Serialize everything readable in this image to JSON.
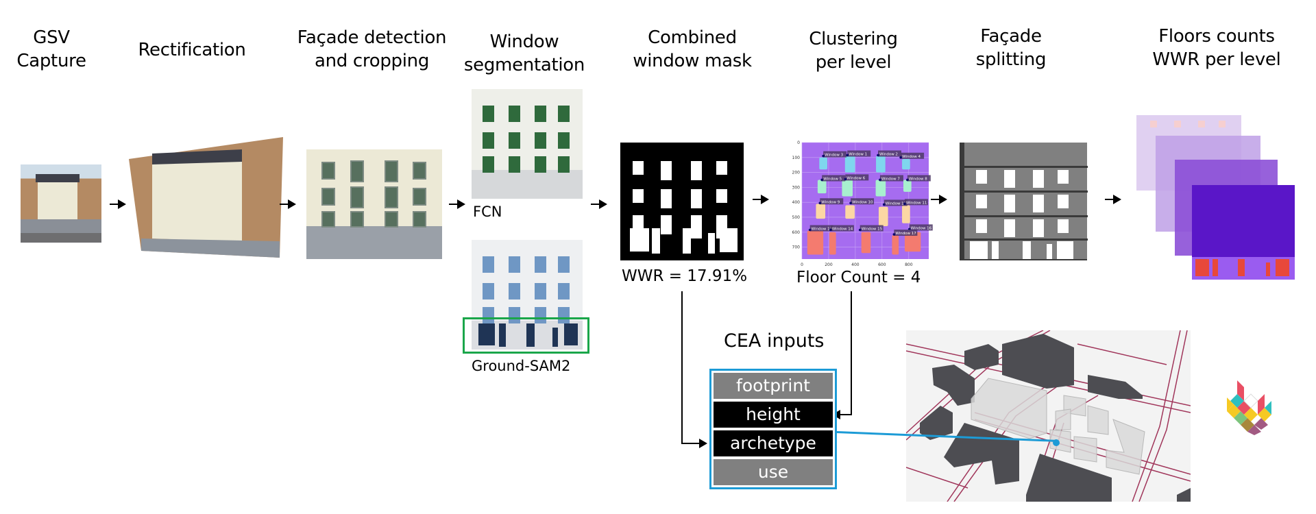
{
  "steps": [
    {
      "id": "gsv",
      "title_lines": [
        "GSV",
        "Capture"
      ]
    },
    {
      "id": "rectification",
      "title_lines": [
        "Rectification"
      ]
    },
    {
      "id": "facade-detection",
      "title_lines": [
        "Façade detection",
        "and cropping"
      ]
    },
    {
      "id": "window-segmentation",
      "title_lines": [
        "Window",
        "segmentation"
      ]
    },
    {
      "id": "combined-mask",
      "title_lines": [
        "Combined",
        "window mask"
      ]
    },
    {
      "id": "clustering",
      "title_lines": [
        "Clustering",
        "per level"
      ]
    },
    {
      "id": "facade-splitting",
      "title_lines": [
        "Façade",
        "splitting"
      ]
    },
    {
      "id": "floors-wwr",
      "title_lines": [
        "Floors counts",
        "WWR per level"
      ]
    }
  ],
  "segmentation": {
    "fcn_label": "FCN",
    "groundsam_label": "Ground-SAM2"
  },
  "mask": {
    "wwr_label": "WWR = 17.91%"
  },
  "clustering": {
    "floor_count_label": "Floor Count = 4",
    "x_ticks": [
      "0",
      "200",
      "400",
      "600",
      "800"
    ],
    "y_ticks": [
      "0",
      "100",
      "200",
      "300",
      "400",
      "500",
      "600",
      "700"
    ],
    "window_labels": [
      "Window 3",
      "Window 1",
      "Window 2",
      "Window 4",
      "Window 5",
      "Window 6",
      "Window 7",
      "Window 8",
      "Window 9",
      "Window 10",
      "Window 12",
      "Window 11",
      "Window 13",
      "Window 14",
      "Window 15",
      "Window 16",
      "Window 17"
    ],
    "level_colors": [
      "#7fd6ee",
      "#a8f0cf",
      "#fcd7a4",
      "#f47b6f"
    ],
    "background_color": "#a66cf0"
  },
  "cea": {
    "title": "CEA inputs",
    "rows": [
      {
        "label": "footprint",
        "style": "grey"
      },
      {
        "label": "height",
        "style": "black"
      },
      {
        "label": "archetype",
        "style": "black"
      },
      {
        "label": "use",
        "style": "grey"
      }
    ],
    "border_color": "#1c9bd6"
  },
  "colors": {
    "accent_blue": "#1c9bd6",
    "groundsam_box": "#1aa64a",
    "fcn_window": "#2f6a3c",
    "purple_layer": "#5a16c8",
    "window_red": "#e8483a",
    "street_lines": "#a0355a",
    "building_dark": "#4d4d52"
  }
}
